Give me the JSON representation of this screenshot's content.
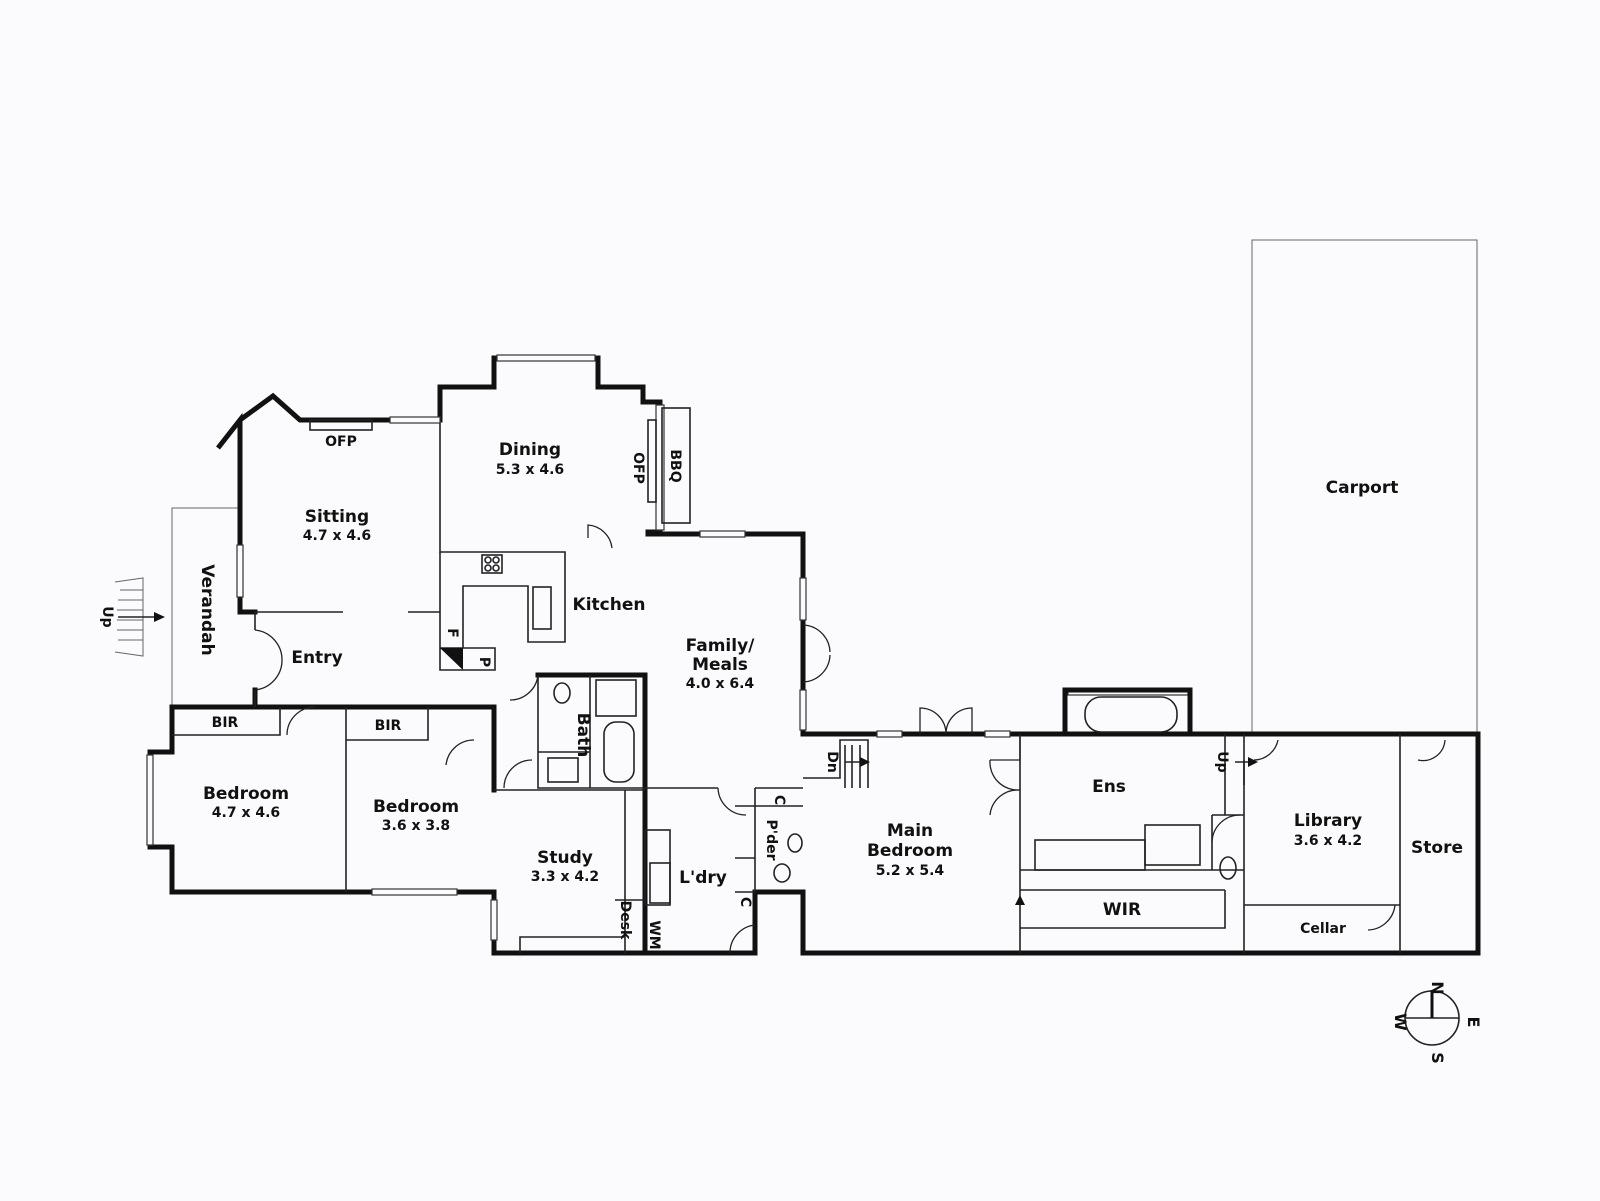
{
  "rooms": {
    "dining": {
      "name": "Dining",
      "dims": "5.3 x 4.6"
    },
    "sitting": {
      "name": "Sitting",
      "dims": "4.7 x 4.6"
    },
    "kitchen": {
      "name": "Kitchen"
    },
    "family": {
      "name_line1": "Family/",
      "name_line2": "Meals",
      "dims": "4.0 x 6.4"
    },
    "entry": {
      "name": "Entry"
    },
    "verandah": {
      "name": "Verandah"
    },
    "bath": {
      "name": "Bath"
    },
    "bedroom1": {
      "name": "Bedroom",
      "dims": "4.7 x 4.6"
    },
    "bedroom2": {
      "name": "Bedroom",
      "dims": "3.6 x 3.8"
    },
    "study": {
      "name": "Study",
      "dims": "3.3 x 4.2"
    },
    "laundry": {
      "name": "L'dry"
    },
    "powder": {
      "name": "P'der"
    },
    "main_bedroom": {
      "name_line1": "Main",
      "name_line2": "Bedroom",
      "dims": "5.2 x 5.4"
    },
    "ensuite": {
      "name": "Ens"
    },
    "wir": {
      "name": "WIR"
    },
    "library": {
      "name": "Library",
      "dims": "3.6 x 4.2"
    },
    "store": {
      "name": "Store"
    },
    "cellar": {
      "name": "Cellar"
    },
    "carport": {
      "name": "Carport"
    }
  },
  "fixtures": {
    "ofp_sitting": "OFP",
    "ofp_dining": "OFP",
    "bbq": "BBQ",
    "bir1": "BIR",
    "bir2": "BIR",
    "fridge": "F",
    "pantry": "P",
    "desk": "Desk",
    "wm": "WM",
    "cupboard1": "C",
    "cupboard2": "C",
    "stair_up_west": "Up",
    "stair_dn": "Dn",
    "stair_up_east": "Up"
  },
  "compass": {
    "n": "N",
    "e": "E",
    "s": "S",
    "w": "W"
  },
  "colors": {
    "wall": "#111111",
    "background": "#fbfbfd"
  }
}
